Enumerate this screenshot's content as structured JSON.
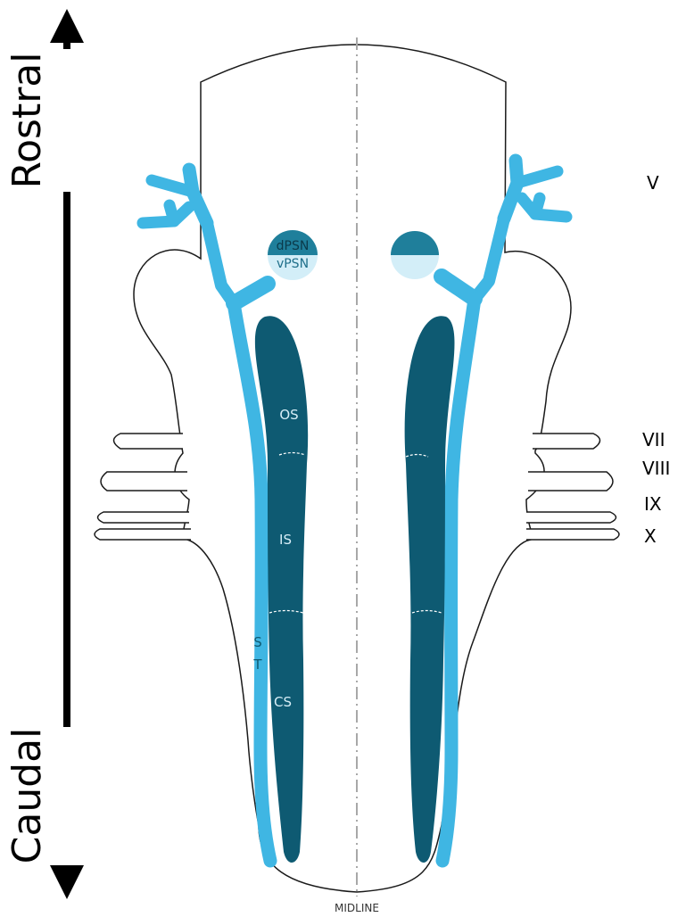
{
  "axis": {
    "top_label": "Rostral",
    "bottom_label": "Caudal"
  },
  "midline_label": "MIDLINE",
  "nerves": {
    "v": "V",
    "vii": "VII",
    "viii": "VIII",
    "ix": "IX",
    "x": "X"
  },
  "nuclei": {
    "dpsn": "dPSN",
    "vpsn": "vPSN",
    "os": "OS",
    "is": "IS",
    "cs": "CS",
    "st_s": "S",
    "st_t": "T"
  },
  "colors": {
    "outline": "#1a1a1a",
    "tract_light": "#3fb6e3",
    "nucleus_dark": "#0e5a72",
    "dpsn_fill": "#1f7f9b",
    "vpsn_fill": "#d3eef8",
    "midline": "#a8a8a8"
  }
}
